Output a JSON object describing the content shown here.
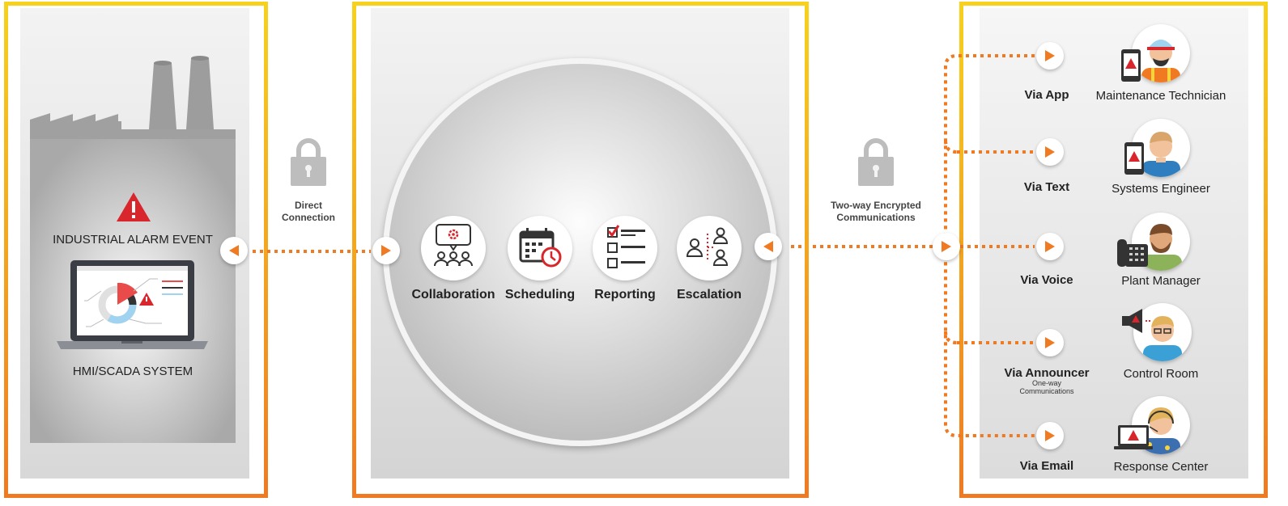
{
  "plant": {
    "alarm_label": "INDUSTRIAL ALARM EVENT",
    "system_label": "HMI/SCADA SYSTEM"
  },
  "links": {
    "left_label_line1": "Direct",
    "left_label_line2": "Connection",
    "right_label_line1": "Two-way Encrypted",
    "right_label_line2": "Communications"
  },
  "features": [
    {
      "label": "Collaboration",
      "icon": "collaboration-icon"
    },
    {
      "label": "Scheduling",
      "icon": "calendar-clock-icon"
    },
    {
      "label": "Reporting",
      "icon": "checklist-icon"
    },
    {
      "label": "Escalation",
      "icon": "escalation-icon"
    }
  ],
  "channels": [
    {
      "via": "Via App",
      "role": "Maintenance Technician",
      "device": "phone-alert-icon"
    },
    {
      "via": "Via Text",
      "role": "Systems Engineer",
      "device": "phone-alert-icon"
    },
    {
      "via": "Via Voice",
      "role": "Plant Manager",
      "device": "desk-phone-icon"
    },
    {
      "via": "Via Announcer",
      "note_line1": "One-way",
      "note_line2": "Communications",
      "role": "Control Room",
      "device": "megaphone-icon"
    },
    {
      "via": "Via Email",
      "role": "Response Center",
      "device": "laptop-alert-icon"
    }
  ],
  "colors": {
    "frame_top": "#f7d11b",
    "frame_bottom": "#f07a22",
    "accent_orange": "#f07a22",
    "alert_red": "#d9262c",
    "panel_gray": "#d0d0d0"
  }
}
